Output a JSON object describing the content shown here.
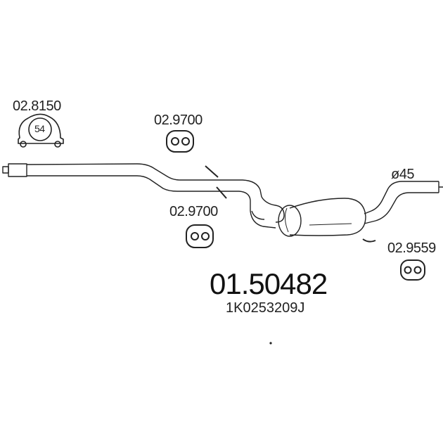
{
  "part": {
    "number": "01.50482",
    "oem": "1K0253209J"
  },
  "components": {
    "clamp_label": "02.8150",
    "clamp_size": "54",
    "hanger_top_label": "02.9700",
    "hanger_mid_label": "02.9700",
    "hanger_right_label": "02.9559",
    "pipe_diameter": "ø45"
  }
}
